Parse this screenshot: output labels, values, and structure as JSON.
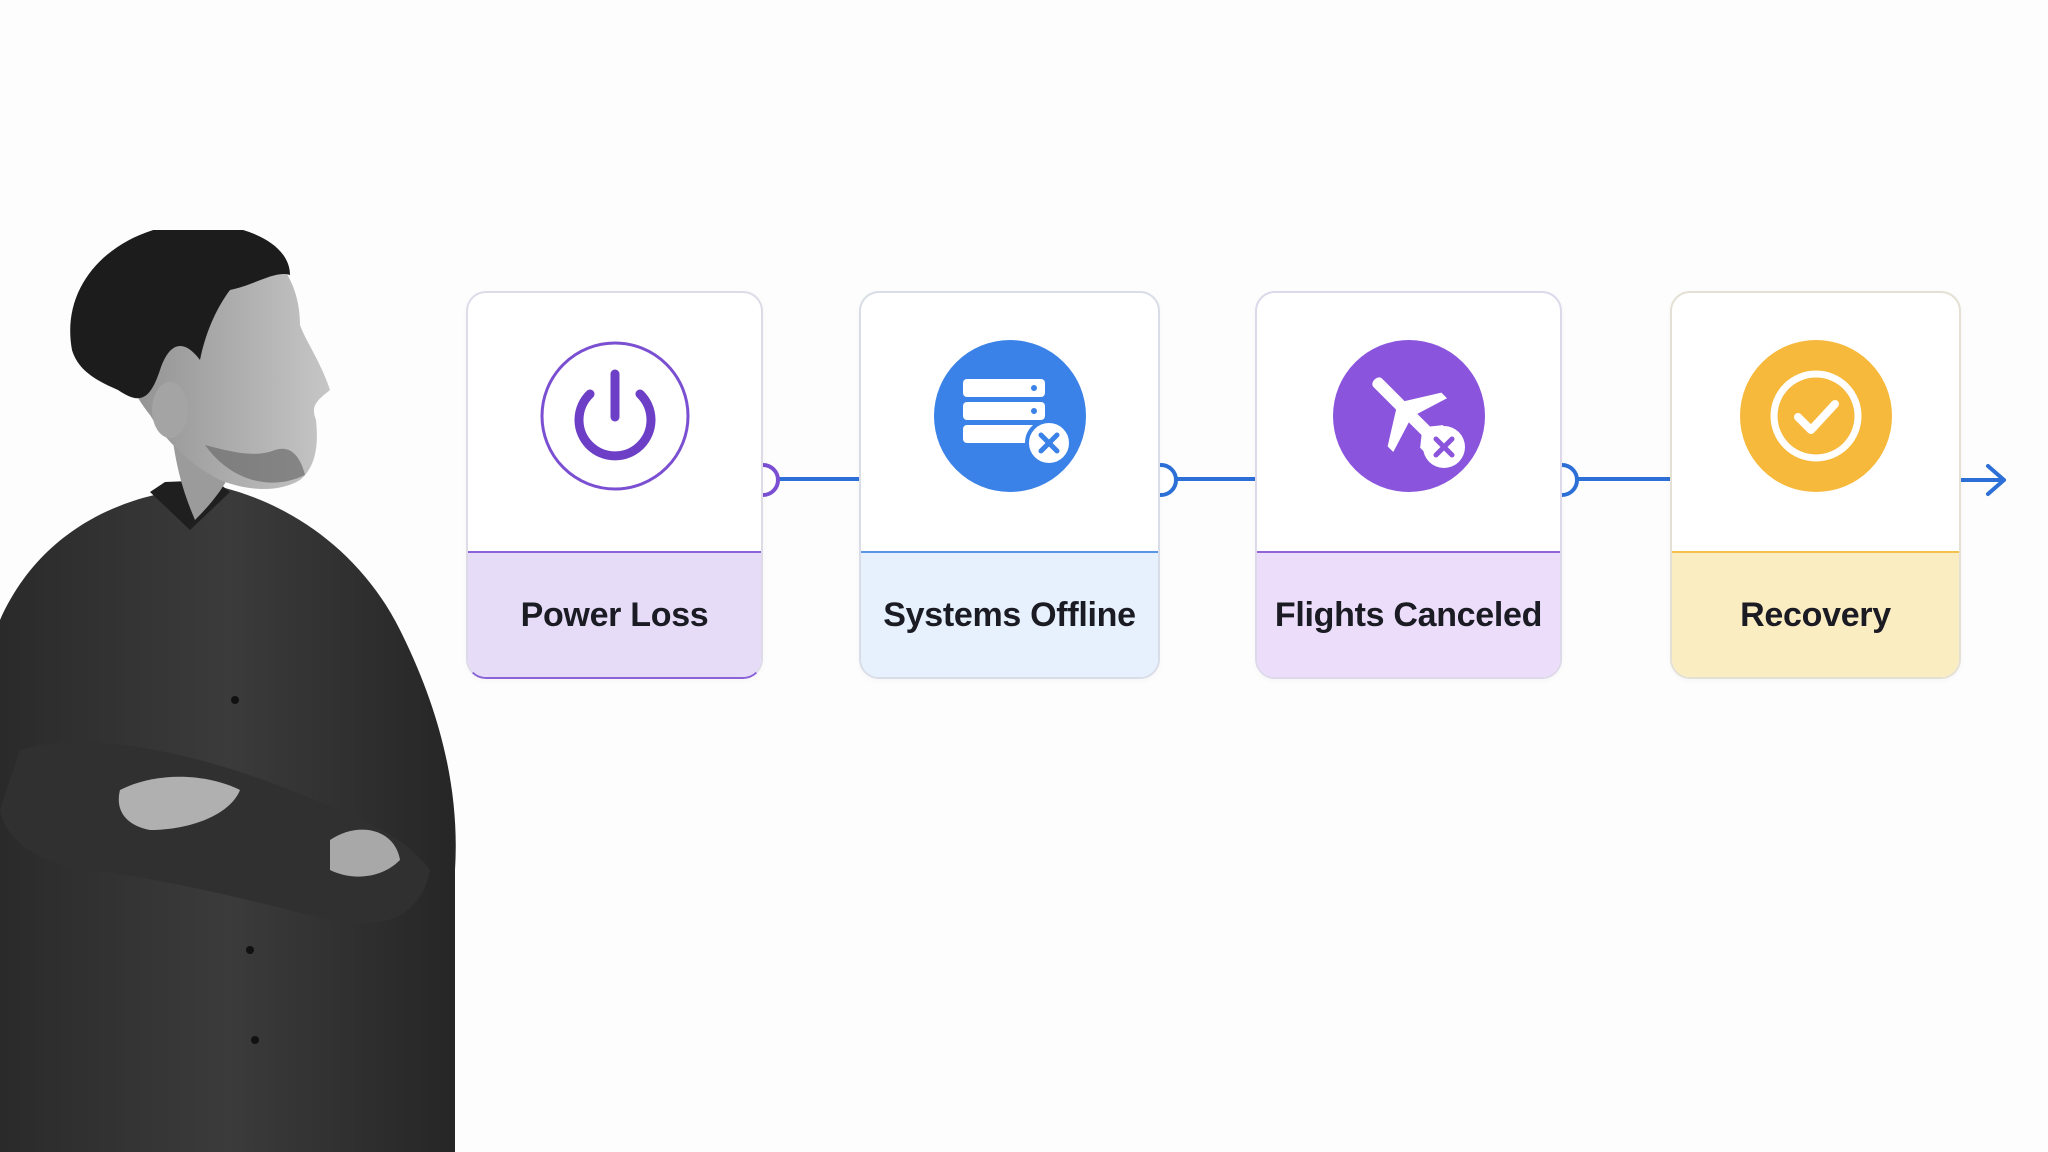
{
  "steps": [
    {
      "label": "Power Loss",
      "icon": "power-icon",
      "accent": "#7b4fd1"
    },
    {
      "label": "Systems Offline",
      "icon": "server-error-icon",
      "accent": "#3b82e8"
    },
    {
      "label": "Flights Canceled",
      "icon": "airplane-cancel-icon",
      "accent": "#8a55dc"
    },
    {
      "label": "Recovery",
      "icon": "check-circle-icon",
      "accent": "#f6b93b"
    }
  ],
  "colors": {
    "connector": "#2c6fd6",
    "connector_first": "#7b4fd1"
  }
}
